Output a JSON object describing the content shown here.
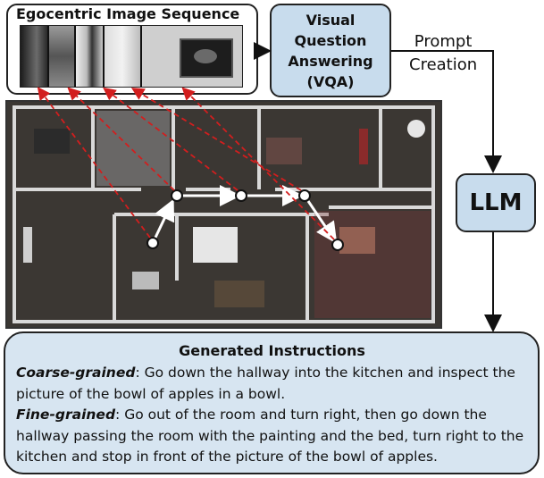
{
  "egocentric": {
    "title": "Egocentric Image Sequence"
  },
  "vqa": {
    "line1": "Visual",
    "line2": "Question",
    "line3": "Answering",
    "line4": "(VQA)"
  },
  "prompt": {
    "line1": "Prompt",
    "line2": "Creation"
  },
  "llm": {
    "label": "LLM"
  },
  "instructions": {
    "title": "Generated Instructions",
    "coarse_label": "Coarse-grained",
    "coarse_text": ": Go down the hallway into the kitchen and inspect the picture of the bowl of apples in a bowl.",
    "fine_label": "Fine-grained",
    "fine_text": ": Go out of the room and turn right, then go down the hallway passing the room with the painting and the bed, turn right to the kitchen and stop in front of the picture of the bowl of apples."
  },
  "colors": {
    "box_fill": "#c8dced",
    "instructions_fill": "#d7e5f1",
    "dashed_arrow": "#d21e1e",
    "path_arrow": "#ffffff"
  },
  "icons": [
    "arrow-right-icon",
    "arrow-down-icon"
  ]
}
